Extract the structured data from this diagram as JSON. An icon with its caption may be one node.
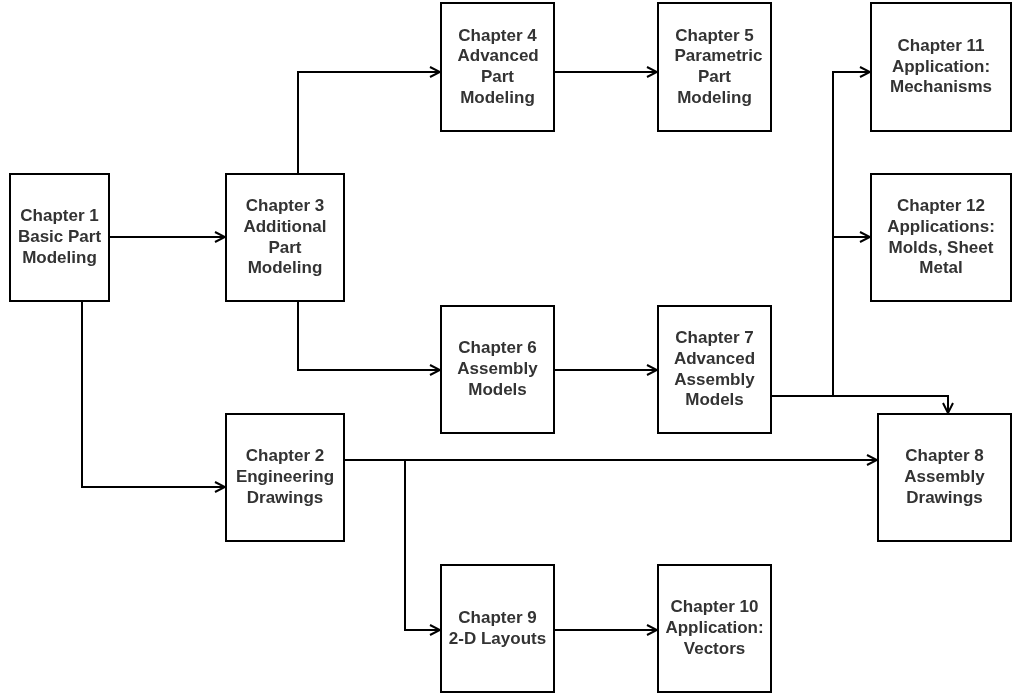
{
  "diagram": {
    "nodes": [
      {
        "text": [
          "Chapter 4",
          "Advanced Part Modeling"
        ]
      },
      {
        "text": [
          "Chapter 5",
          "Parametric Part Modeling"
        ]
      },
      {
        "text": [
          "Chapter 11",
          "Application: Mechanisms"
        ]
      },
      {
        "text": [
          "Chapter 1",
          "Basic Part Modeling"
        ]
      },
      {
        "text": [
          "Chapter 3",
          "Additional Part Modeling"
        ]
      },
      {
        "text": [
          "Chapter 12",
          "Applications: Molds, Sheet Metal"
        ]
      },
      {
        "text": [
          "Chapter 6",
          "Assembly Models"
        ]
      },
      {
        "text": [
          "Chapter 7",
          "Advanced Assembly Models"
        ]
      },
      {
        "text": [
          "Chapter 2",
          "Engineering Drawings"
        ]
      },
      {
        "text": [
          "Chapter 8",
          "Assembly Drawings"
        ]
      },
      {
        "text": [
          "Chapter 9",
          "2-D Layouts"
        ]
      },
      {
        "text": [
          "Chapter 10",
          "Application: Vectors"
        ]
      }
    ],
    "edges": [
      {
        "from": 3,
        "to": 4,
        "arrow": "to"
      },
      {
        "from": 4,
        "to": 0,
        "arrow": "to"
      },
      {
        "from": 4,
        "to": 6,
        "arrow": "to"
      },
      {
        "from": 3,
        "to": 8,
        "arrow": "to"
      },
      {
        "from": 0,
        "to": 1,
        "arrow": "to"
      },
      {
        "from": 6,
        "to": 7,
        "arrow": "to"
      },
      {
        "from": 7,
        "to": 2,
        "arrow": "to"
      },
      {
        "from": 7,
        "to": 5,
        "arrow": "to"
      },
      {
        "from": 7,
        "to": 9,
        "arrow": "to"
      },
      {
        "from": 8,
        "to": 9,
        "arrow": "to"
      },
      {
        "from": 8,
        "to": 10,
        "arrow": "to"
      },
      {
        "from": 10,
        "to": 11,
        "arrow": "to"
      }
    ]
  }
}
